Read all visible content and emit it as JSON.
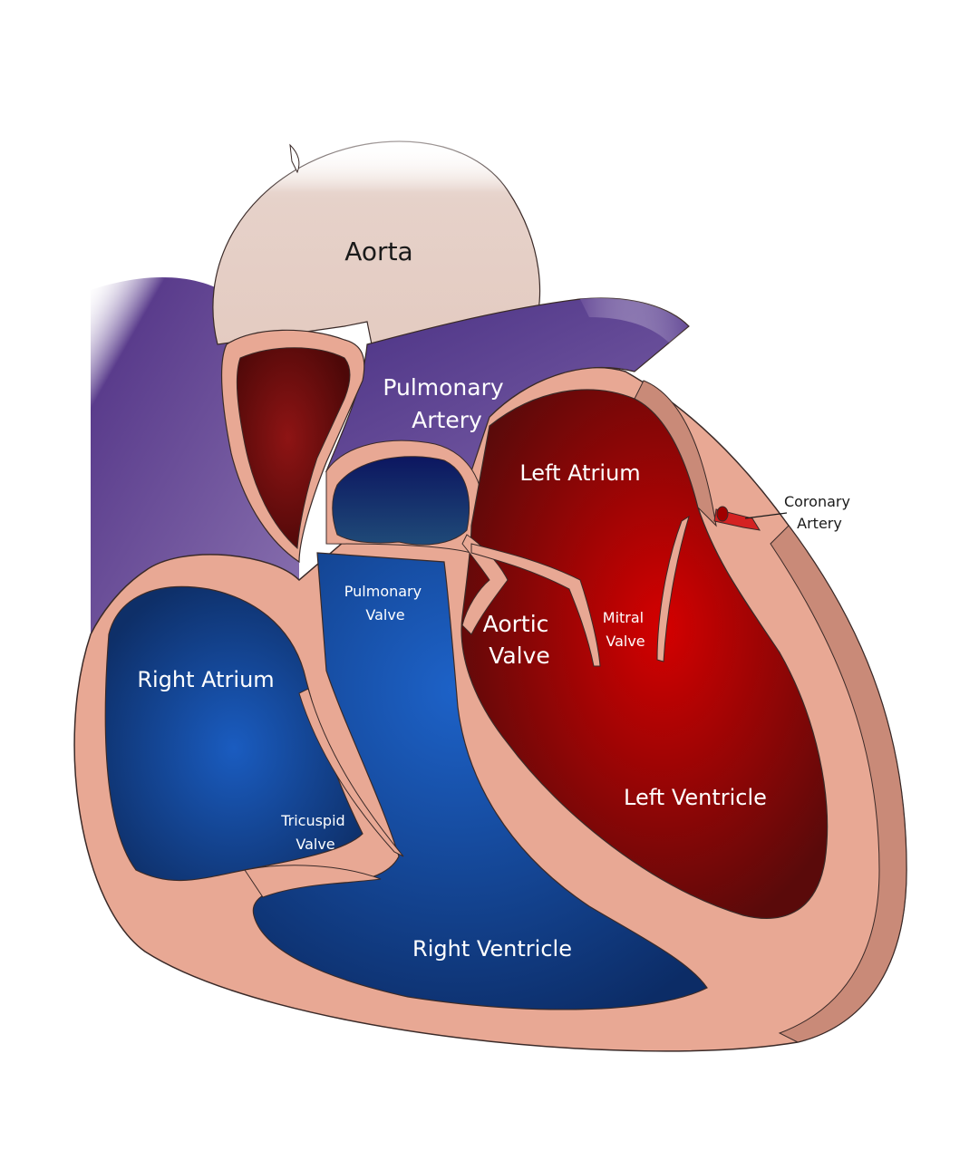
{
  "labels": {
    "aorta": "Aorta",
    "pulmonary_artery": [
      "Pulmonary",
      "Artery"
    ],
    "left_atrium": "Left Atrium",
    "coronary_artery": [
      "Coronary",
      "Artery"
    ],
    "pulmonary_valve": [
      "Pulmonary",
      "Valve"
    ],
    "aortic_valve": [
      "Aortic",
      "Valve"
    ],
    "mitral_valve": [
      "Mitral",
      "Valve"
    ],
    "right_atrium": "Right Atrium",
    "tricuspid_valve": [
      "Tricuspid",
      "Valve"
    ],
    "left_ventricle": "Left Ventricle",
    "right_ventricle": "Right Ventricle"
  },
  "colors": {
    "tissue": "#e8a894",
    "tissue_dark": "#c98a78",
    "aorta": "#e6cfc6",
    "vessel_purple": "#5e3f8e",
    "oxygen_poor": "#123a7a",
    "oxygen_poor_light": "#1a5cc0",
    "oxygen_rich": "#7a0c0c",
    "oxygen_rich_light": "#d40000"
  }
}
